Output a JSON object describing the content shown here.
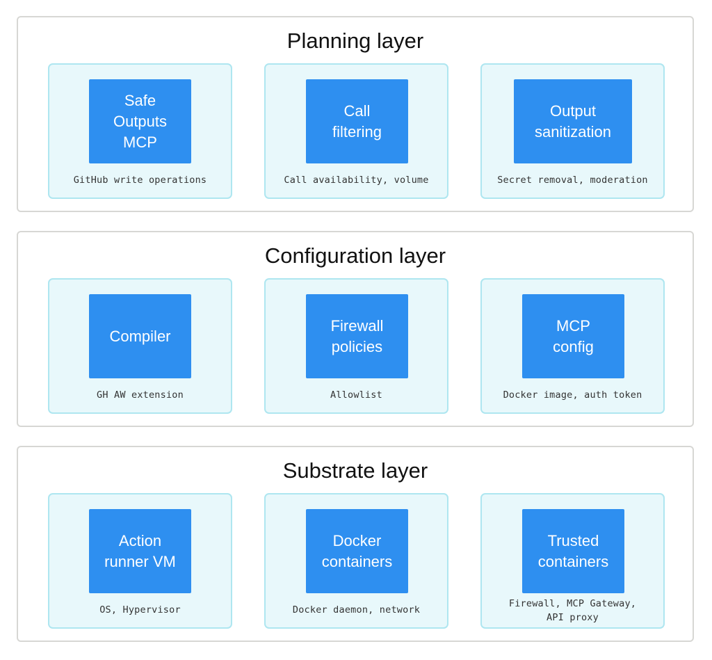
{
  "layers": [
    {
      "title": "Planning layer",
      "components": [
        {
          "label": "Safe\nOutputs\nMCP",
          "caption": "GitHub write operations"
        },
        {
          "label": "Call\nfiltering",
          "caption": "Call availability, volume"
        },
        {
          "label": "Output\nsanitization",
          "caption": "Secret removal, moderation"
        }
      ]
    },
    {
      "title": "Configuration layer",
      "components": [
        {
          "label": "Compiler",
          "caption": "GH AW extension"
        },
        {
          "label": "Firewall\npolicies",
          "caption": "Allowlist"
        },
        {
          "label": "MCP\nconfig",
          "caption": "Docker image, auth token"
        }
      ]
    },
    {
      "title": "Substrate layer",
      "components": [
        {
          "label": "Action\nrunner VM",
          "caption": "OS, Hypervisor"
        },
        {
          "label": "Docker\ncontainers",
          "caption": "Docker daemon, network"
        },
        {
          "label": "Trusted\ncontainers",
          "caption": "Firewall, MCP Gateway,\nAPI proxy"
        }
      ]
    }
  ],
  "colors": {
    "layer_border": "#d7d7d4",
    "card_fill": "#e8f8fb",
    "card_border": "#aee6f0",
    "chip_fill": "#2e8ff0",
    "chip_text": "#ffffff"
  }
}
